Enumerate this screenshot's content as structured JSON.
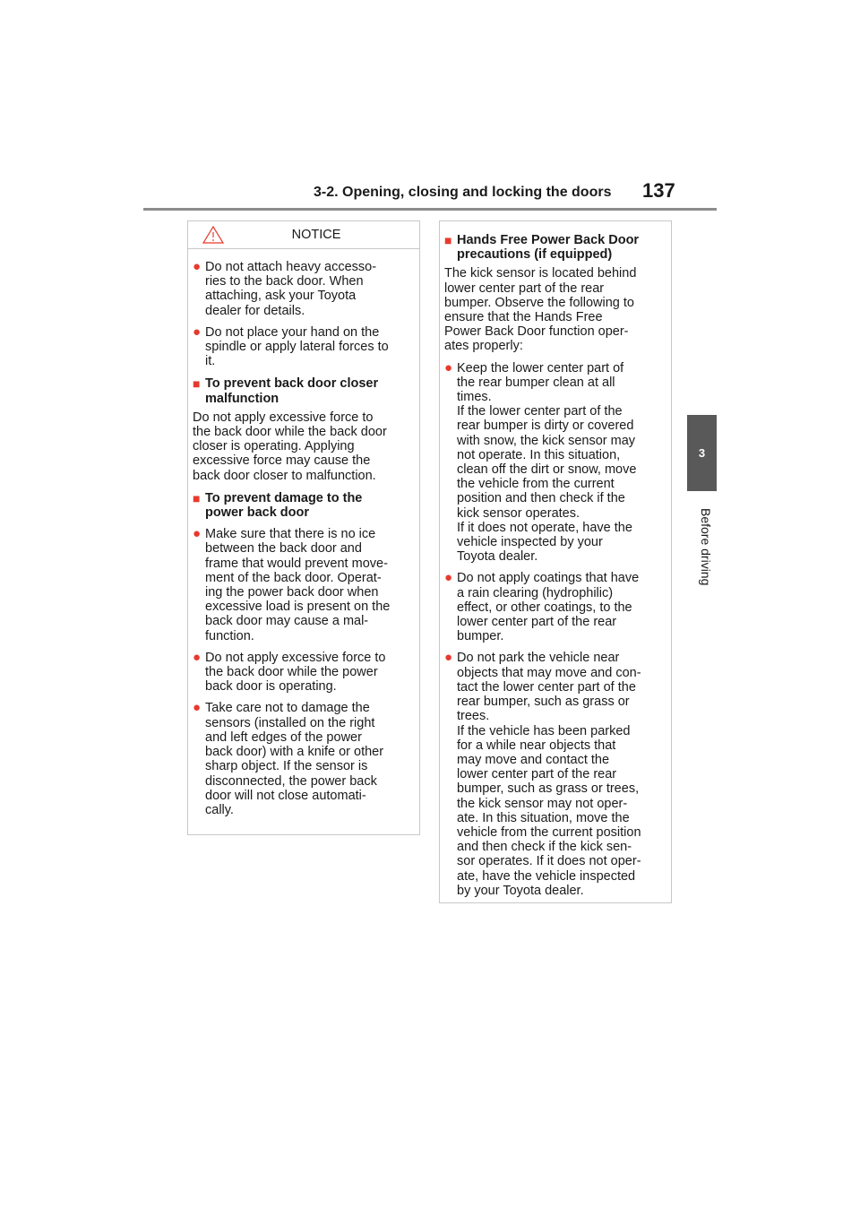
{
  "header": {
    "section_title": "3-2. Opening, closing and locking the doors",
    "page_number": "137"
  },
  "side_tab": {
    "chapter_number": "3",
    "chapter_label": "Before driving"
  },
  "notice": {
    "label": "NOTICE",
    "items": [
      {
        "type": "bullet",
        "text": "Do not attach heavy accesso-\nries to the back door. When\nattaching, ask your Toyota\ndealer for details."
      },
      {
        "type": "bullet",
        "text": "Do not place your hand on the\nspindle or apply lateral forces to\nit."
      },
      {
        "type": "heading",
        "text": "To prevent back door closer\nmalfunction"
      },
      {
        "type": "para",
        "text": "Do not apply excessive force to\nthe back door while the back door\ncloser is operating. Applying\nexcessive force may cause the\nback door closer to malfunction."
      },
      {
        "type": "heading",
        "text": "To prevent damage to the\npower back door"
      },
      {
        "type": "bullet",
        "text": "Make sure that there is no ice\nbetween the back door and\nframe that would prevent move-\nment of the back door. Operat-\ning the power back door when\nexcessive load is present on the\nback door may cause a mal-\nfunction."
      },
      {
        "type": "bullet",
        "text": "Do not apply excessive force to\nthe back door while the power\nback door is operating."
      },
      {
        "type": "bullet",
        "text": "Take care not to damage the\nsensors (installed on the right\nand left edges of the power\nback door) with a knife or other\nsharp object. If the sensor is\ndisconnected, the power back\ndoor will not close automati-\ncally."
      }
    ]
  },
  "hands_free": {
    "items": [
      {
        "type": "heading",
        "text": "Hands Free Power Back Door\nprecautions (if equipped)"
      },
      {
        "type": "para",
        "text": "The kick sensor is located behind\nlower center part of the rear\nbumper. Observe the following to\nensure that the Hands Free\nPower Back Door function oper-\nates properly:"
      },
      {
        "type": "bullet",
        "text": "Keep the lower center part of\nthe rear bumper clean at all\ntimes.\nIf the lower center part of the\nrear bumper is dirty or covered\nwith snow, the kick sensor may\nnot operate. In this situation,\nclean off the dirt or snow, move\nthe vehicle from the current\nposition and then check if the\nkick sensor operates.\nIf it does not operate, have the\nvehicle inspected by your\nToyota dealer."
      },
      {
        "type": "bullet",
        "text": "Do not apply coatings that have\na rain clearing (hydrophilic)\neffect, or other coatings, to the\nlower center part of the rear\nbumper."
      },
      {
        "type": "bullet",
        "text": "Do not park the vehicle near\nobjects that may move and con-\ntact the lower center part of the\nrear bumper, such as grass or\ntrees.\nIf the vehicle has been parked\nfor a while near objects that\nmay move and contact the\nlower center part of the rear\nbumper, such as grass or trees,\nthe kick sensor may not oper-\nate. In this situation, move the\nvehicle from the current position\nand then check if the kick sen-\nsor operates. If it does not oper-\nate, have the vehicle inspected\nby your Toyota dealer."
      }
    ]
  },
  "colors": {
    "accent": "#e8392d",
    "tab": "#595959",
    "rule": "#8c8c8c",
    "border": "#c8c8c8"
  },
  "icons": {
    "bullet": "●",
    "heading_marker": "■",
    "notice_icon": "warning-triangle-icon"
  }
}
